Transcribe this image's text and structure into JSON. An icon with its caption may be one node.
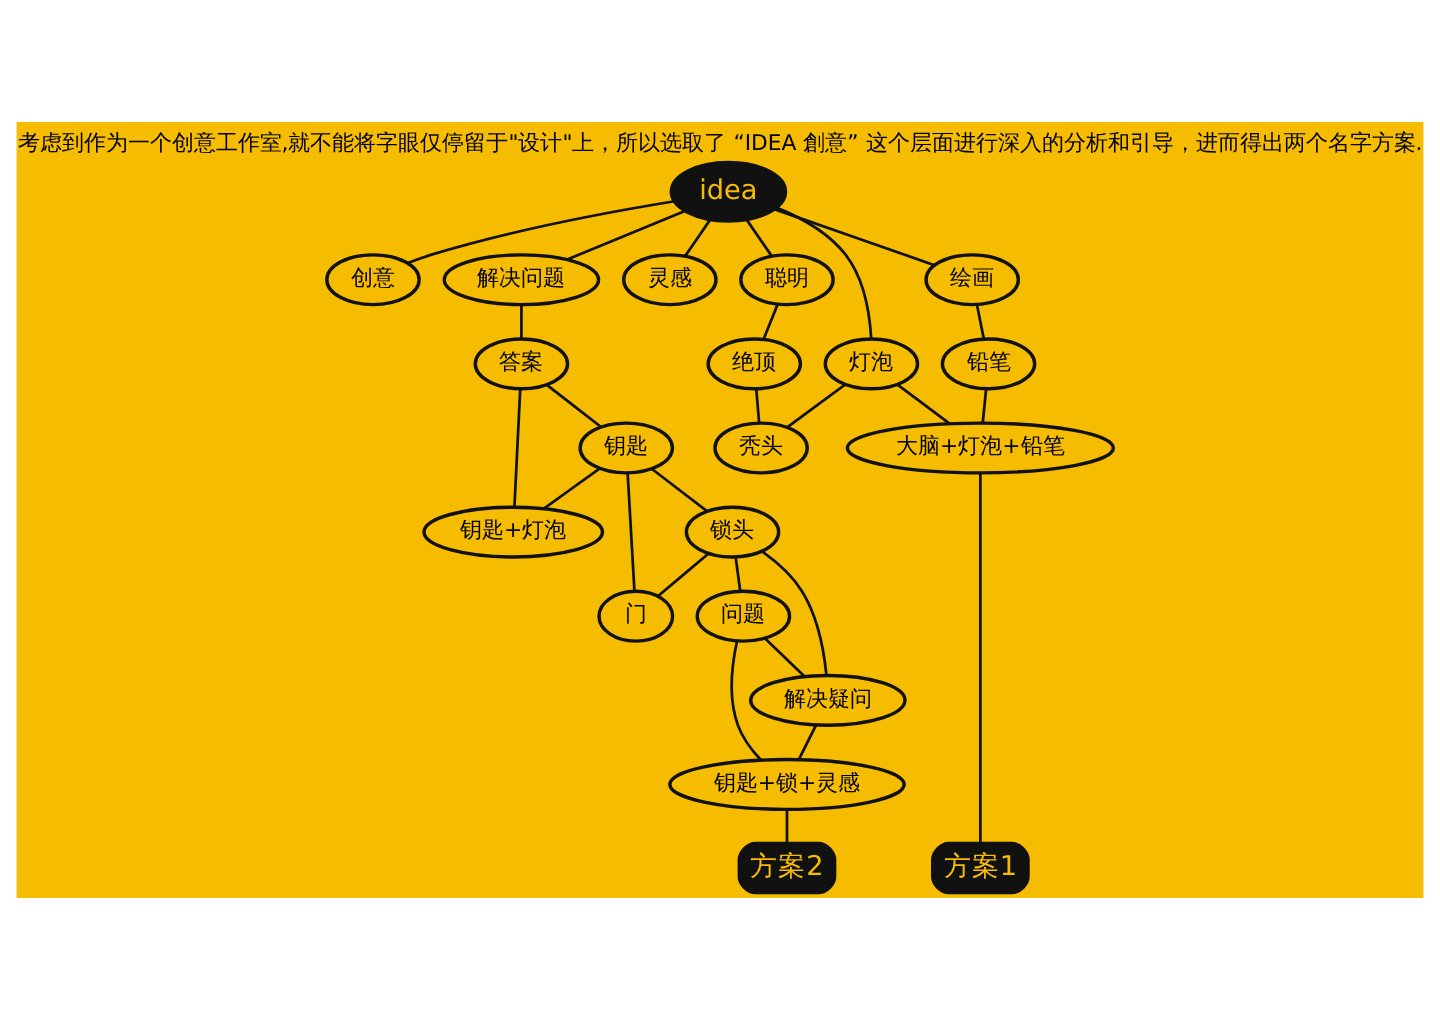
{
  "diagram": {
    "title": "考虑到作为一个创意工作室,就不能将字眼仅停留于\"设计\"上，所以选取了 “IDEA 創意” 这个层面进行深入的分析和引导，进而得出两个名字方案.",
    "nodes": [
      {
        "text": [
          "创意"
        ]
      },
      {
        "text": [
          "解决问题"
        ]
      },
      {
        "text": [
          "答案"
        ]
      },
      {
        "text": [
          "灵感"
        ]
      },
      {
        "text": [
          "idea"
        ]
      },
      {
        "text": [
          "钥匙+灯泡"
        ]
      },
      {
        "text": [
          "聪明"
        ]
      },
      {
        "text": [
          "钥匙"
        ]
      },
      {
        "text": [
          "绘画"
        ]
      },
      {
        "text": [
          "灯泡"
        ]
      },
      {
        "text": [
          "门"
        ]
      },
      {
        "text": [
          "绝顶"
        ]
      },
      {
        "text": [
          "锁头"
        ]
      },
      {
        "text": [
          "铅笔"
        ]
      },
      {
        "text": [
          "解决疑问"
        ]
      },
      {
        "text": [
          "问题"
        ]
      },
      {
        "text": [
          "秃头"
        ]
      },
      {
        "text": [
          "大脑+灯泡+铅笔"
        ]
      },
      {
        "text": [
          "钥匙+锁+灵感"
        ]
      },
      {
        "text": [
          "方案1"
        ]
      },
      {
        "text": [
          "方案2"
        ]
      }
    ],
    "edges": [
      {
        "from": 4,
        "to": 0,
        "arrow": "none"
      },
      {
        "from": 4,
        "to": 3,
        "arrow": "none"
      },
      {
        "from": 4,
        "to": 1,
        "arrow": "none"
      },
      {
        "from": 4,
        "to": 6,
        "arrow": "none"
      },
      {
        "from": 4,
        "to": 8,
        "arrow": "none"
      },
      {
        "from": 4,
        "to": 9,
        "arrow": "none"
      },
      {
        "from": 1,
        "to": 2,
        "arrow": "none"
      },
      {
        "from": 2,
        "to": 5,
        "arrow": "none"
      },
      {
        "from": 2,
        "to": 7,
        "arrow": "none"
      },
      {
        "from": 7,
        "to": 5,
        "arrow": "none"
      },
      {
        "from": 7,
        "to": 10,
        "arrow": "none"
      },
      {
        "from": 7,
        "to": 12,
        "arrow": "none"
      },
      {
        "from": 12,
        "to": 10,
        "arrow": "none"
      },
      {
        "from": 12,
        "to": 14,
        "arrow": "none"
      },
      {
        "from": 12,
        "to": 15,
        "arrow": "none"
      },
      {
        "from": 15,
        "to": 14,
        "arrow": "none"
      },
      {
        "from": 15,
        "to": 18,
        "arrow": "none"
      },
      {
        "from": 14,
        "to": 18,
        "arrow": "none"
      },
      {
        "from": 18,
        "to": 20,
        "arrow": "none"
      },
      {
        "from": 6,
        "to": 11,
        "arrow": "none"
      },
      {
        "from": 11,
        "to": 16,
        "arrow": "none"
      },
      {
        "from": 9,
        "to": 16,
        "arrow": "none"
      },
      {
        "from": 9,
        "to": 17,
        "arrow": "none"
      },
      {
        "from": 8,
        "to": 13,
        "arrow": "none"
      },
      {
        "from": 13,
        "to": 17,
        "arrow": "none"
      },
      {
        "from": 17,
        "to": 19,
        "arrow": "none"
      }
    ]
  }
}
